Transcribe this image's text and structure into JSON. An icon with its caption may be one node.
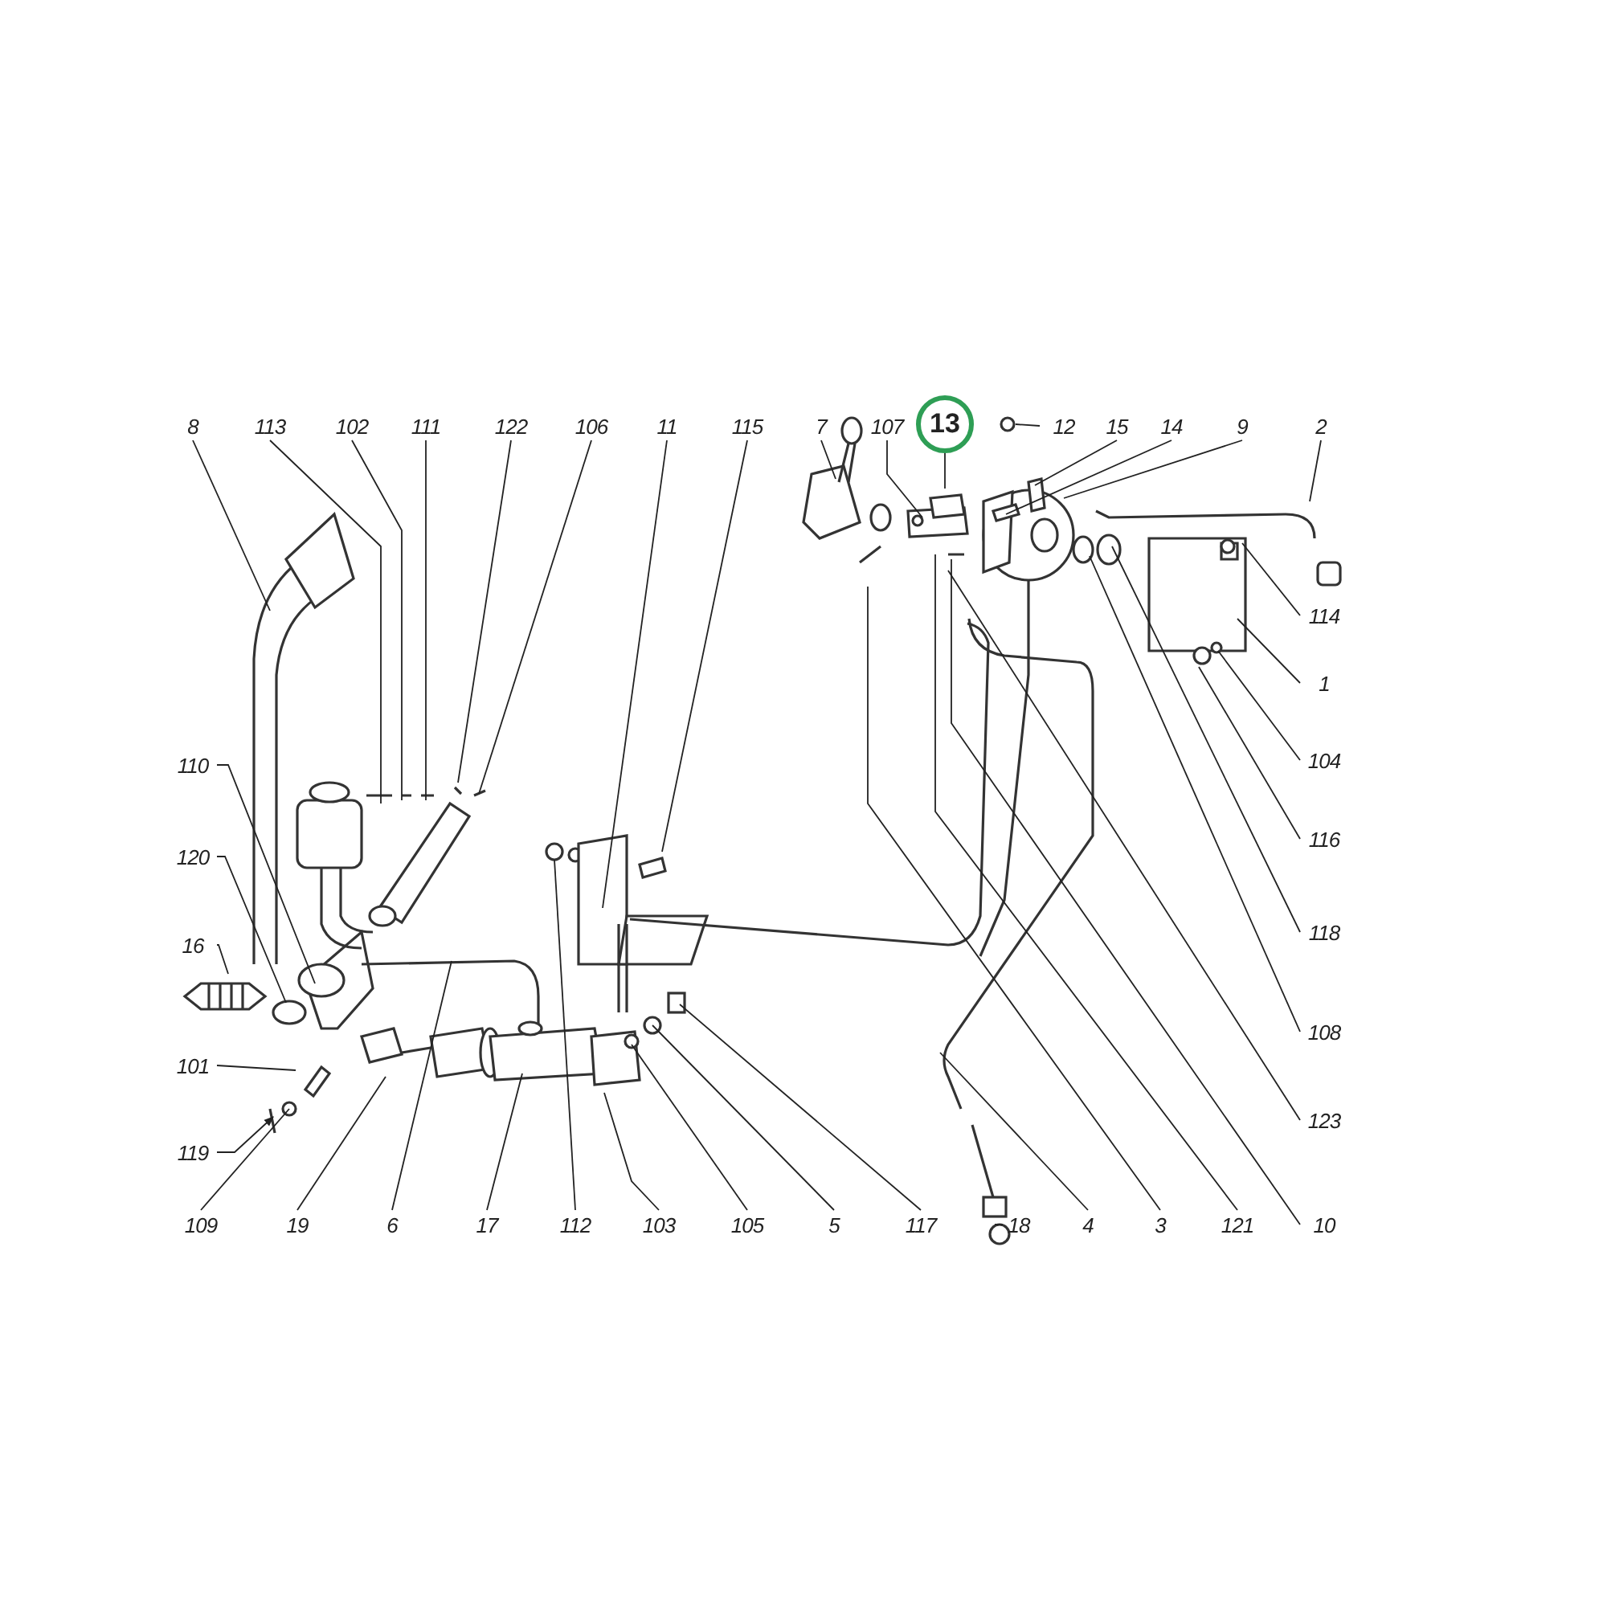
{
  "diagram": {
    "nodes": [
      {
        "text": [
          "8"
        ]
      },
      {
        "text": [
          "113"
        ]
      },
      {
        "text": [
          "102"
        ]
      },
      {
        "text": [
          "111"
        ]
      },
      {
        "text": [
          "122"
        ]
      },
      {
        "text": [
          "106"
        ]
      },
      {
        "text": [
          "11"
        ]
      },
      {
        "text": [
          "115"
        ]
      },
      {
        "text": [
          "7"
        ]
      },
      {
        "text": [
          "107"
        ]
      },
      {
        "text": [
          "13"
        ]
      },
      {
        "text": [
          "12"
        ]
      },
      {
        "text": [
          "15"
        ]
      },
      {
        "text": [
          "14"
        ]
      },
      {
        "text": [
          "9"
        ]
      },
      {
        "text": [
          "2"
        ]
      },
      {
        "text": [
          "110"
        ]
      },
      {
        "text": [
          "114"
        ]
      },
      {
        "text": [
          "1"
        ]
      },
      {
        "text": [
          "104"
        ]
      },
      {
        "text": [
          "120"
        ]
      },
      {
        "text": [
          "116"
        ]
      },
      {
        "text": [
          "16"
        ]
      },
      {
        "text": [
          "118"
        ]
      },
      {
        "text": [
          "108"
        ]
      },
      {
        "text": [
          "101"
        ]
      },
      {
        "text": [
          "123"
        ]
      },
      {
        "text": [
          "119"
        ]
      },
      {
        "text": [
          "109"
        ]
      },
      {
        "text": [
          "19"
        ]
      },
      {
        "text": [
          "6"
        ]
      },
      {
        "text": [
          "17"
        ]
      },
      {
        "text": [
          "112"
        ]
      },
      {
        "text": [
          "103"
        ]
      },
      {
        "text": [
          "105"
        ]
      },
      {
        "text": [
          "5"
        ]
      },
      {
        "text": [
          "117"
        ]
      },
      {
        "text": [
          "4"
        ]
      },
      {
        "text": [
          "18"
        ]
      },
      {
        "text": [
          "3"
        ]
      },
      {
        "text": [
          "121"
        ]
      },
      {
        "text": [
          "10"
        ]
      }
    ],
    "edges": [
      {
        "from": 0,
        "to": null,
        "arrow": "none"
      },
      {
        "from": 1,
        "to": null,
        "arrow": "none"
      },
      {
        "from": 2,
        "to": null,
        "arrow": "none"
      },
      {
        "from": 3,
        "to": null,
        "arrow": "none"
      },
      {
        "from": 4,
        "to": null,
        "arrow": "none"
      },
      {
        "from": 5,
        "to": null,
        "arrow": "none"
      },
      {
        "from": 6,
        "to": null,
        "arrow": "none"
      },
      {
        "from": 7,
        "to": null,
        "arrow": "none"
      },
      {
        "from": 8,
        "to": null,
        "arrow": "none"
      },
      {
        "from": 9,
        "to": null,
        "arrow": "none"
      },
      {
        "from": 10,
        "to": null,
        "arrow": "none"
      },
      {
        "from": 11,
        "to": null,
        "arrow": "none"
      },
      {
        "from": 12,
        "to": null,
        "arrow": "none"
      },
      {
        "from": 13,
        "to": null,
        "arrow": "none"
      },
      {
        "from": 14,
        "to": null,
        "arrow": "none"
      },
      {
        "from": 15,
        "to": null,
        "arrow": "none"
      },
      {
        "from": 16,
        "to": null,
        "arrow": "none"
      },
      {
        "from": 17,
        "to": null,
        "arrow": "none"
      },
      {
        "from": 18,
        "to": null,
        "arrow": "none"
      },
      {
        "from": 19,
        "to": null,
        "arrow": "none"
      },
      {
        "from": 20,
        "to": null,
        "arrow": "none"
      },
      {
        "from": 21,
        "to": null,
        "arrow": "none"
      },
      {
        "from": 22,
        "to": null,
        "arrow": "none"
      },
      {
        "from": 23,
        "to": null,
        "arrow": "none"
      },
      {
        "from": 24,
        "to": null,
        "arrow": "none"
      },
      {
        "from": 25,
        "to": null,
        "arrow": "none"
      },
      {
        "from": 26,
        "to": null,
        "arrow": "none"
      },
      {
        "from": 27,
        "to": null,
        "arrow": "to"
      },
      {
        "from": 28,
        "to": null,
        "arrow": "none"
      },
      {
        "from": 29,
        "to": null,
        "arrow": "none"
      },
      {
        "from": 30,
        "to": null,
        "arrow": "none"
      },
      {
        "from": 31,
        "to": null,
        "arrow": "none"
      },
      {
        "from": 32,
        "to": null,
        "arrow": "none"
      },
      {
        "from": 33,
        "to": null,
        "arrow": "none"
      },
      {
        "from": 34,
        "to": null,
        "arrow": "none"
      },
      {
        "from": 35,
        "to": null,
        "arrow": "none"
      },
      {
        "from": 36,
        "to": null,
        "arrow": "none"
      },
      {
        "from": 37,
        "to": null,
        "arrow": "none"
      },
      {
        "from": 38,
        "to": null,
        "arrow": "none"
      },
      {
        "from": 39,
        "to": null,
        "arrow": "none"
      },
      {
        "from": 40,
        "to": null,
        "arrow": "none"
      },
      {
        "from": 41,
        "to": null,
        "arrow": "none"
      }
    ]
  }
}
